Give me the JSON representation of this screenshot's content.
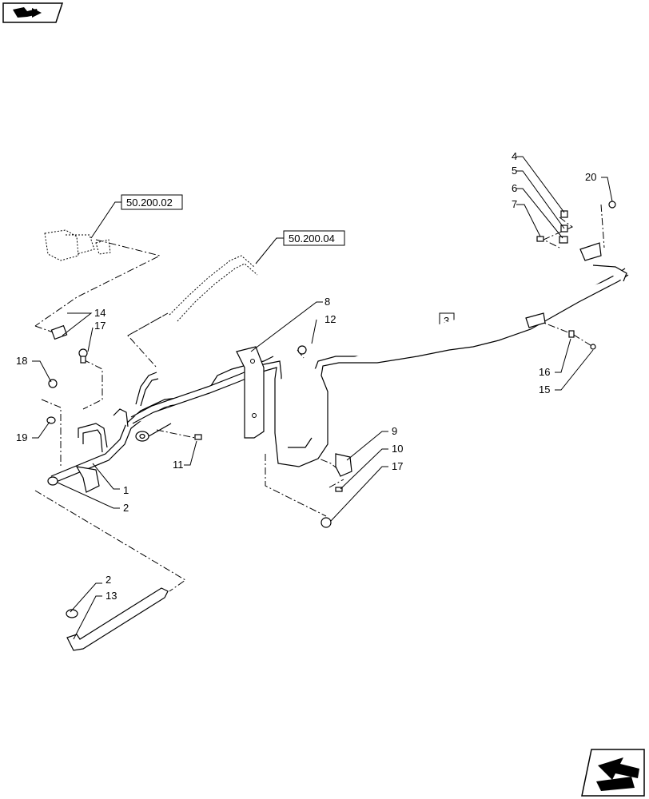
{
  "nav": {
    "prev_icon": "book-arrow-icon",
    "next_icon": "forward-arrow-icon"
  },
  "references": {
    "ref_a": "50.200.02",
    "ref_b": "50.200.04"
  },
  "callouts": {
    "c1": "1",
    "c2a": "2",
    "c2b": "2",
    "c3": "3",
    "c4": "4",
    "c5": "5",
    "c6": "6",
    "c7": "7",
    "c8": "8",
    "c9": "9",
    "c10": "10",
    "c11": "11",
    "c12": "12",
    "c13": "13",
    "c14": "14",
    "c15": "15",
    "c16": "16",
    "c17a": "17",
    "c17b": "17",
    "c18": "18",
    "c19": "19",
    "c20": "20"
  },
  "colors": {
    "line": "#000000",
    "background": "#ffffff"
  }
}
